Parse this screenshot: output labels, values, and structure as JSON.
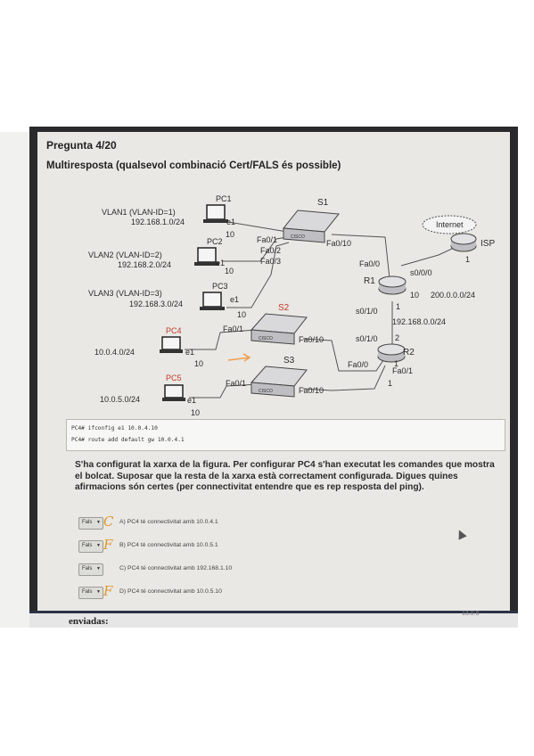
{
  "question": {
    "number": "Pregunta 4/20",
    "type": "Multiresposta (qualsevol combinació Cert/FALS és possible)"
  },
  "diagram": {
    "vlan1": "VLAN1 (VLAN-ID=1)",
    "vlan1_net": "192.168.1.0/24",
    "vlan2": "VLAN2 (VLAN-ID=2)",
    "vlan2_net": "192.168.2.0/24",
    "vlan3": "VLAN3 (VLAN-ID=3)",
    "vlan3_net": "192.168.3.0/24",
    "pc1": "PC1",
    "pc2": "PC2",
    "pc3": "PC3",
    "pc4": "PC4",
    "pc5": "PC5",
    "s1": "S1",
    "s2": "S2",
    "s3": "S3",
    "r1": "R1",
    "r2": "R2",
    "isp": "ISP",
    "internet": "Internet",
    "e1": "e1",
    "ten": "10",
    "one": "1",
    "two": "2",
    "fa01": "Fa0/1",
    "fa02": "Fa0/2",
    "fa03": "Fa0/3",
    "fa010": "Fa0/10",
    "fa00": "Fa0/0",
    "s000": "s0/0/0",
    "s010": "s0/1/0",
    "net_isp": "200.0.0.0/24",
    "net_r1r2": "192.168.0.0/24",
    "net_pc4": "10.0.4.0/24",
    "net_pc5": "10.0.5.0/24",
    "switch_brand": "CISCO"
  },
  "commands": [
    "PC4# ifconfig e1 10.0.4.10",
    "PC4# route add default gw 10.0.4.1"
  ],
  "description": "S'ha configurat la xarxa de la figura. Per configurar PC4 s'han executat les comandes que mostra el bolcat. Suposar que la resta de la xarxa està correctament configurada. Digues quines afirmacions són certes (per connectivitat entendre que es rep resposta del ping).",
  "options": [
    {
      "select": "Fals",
      "mark": "C",
      "text": "A) PC4 té connectivitat amb 10.0.4.1"
    },
    {
      "select": "Fals",
      "mark": "F",
      "text": "B) PC4 té connectivitat amb 10.0.5.1"
    },
    {
      "select": "Fals",
      "mark": "",
      "text": "C) PC4 té connectivitat amb 192.168.1.10"
    },
    {
      "select": "Fals",
      "mark": "F",
      "text": "D) PC4 té connectivitat amb 10.0.5.10"
    }
  ],
  "footer": {
    "label": "enviadas:",
    "number": "13.0.6"
  },
  "colors": {
    "hand_mark": "#e0962a",
    "pc_label_red": "#c0392b",
    "arrow": "#f0a050"
  }
}
